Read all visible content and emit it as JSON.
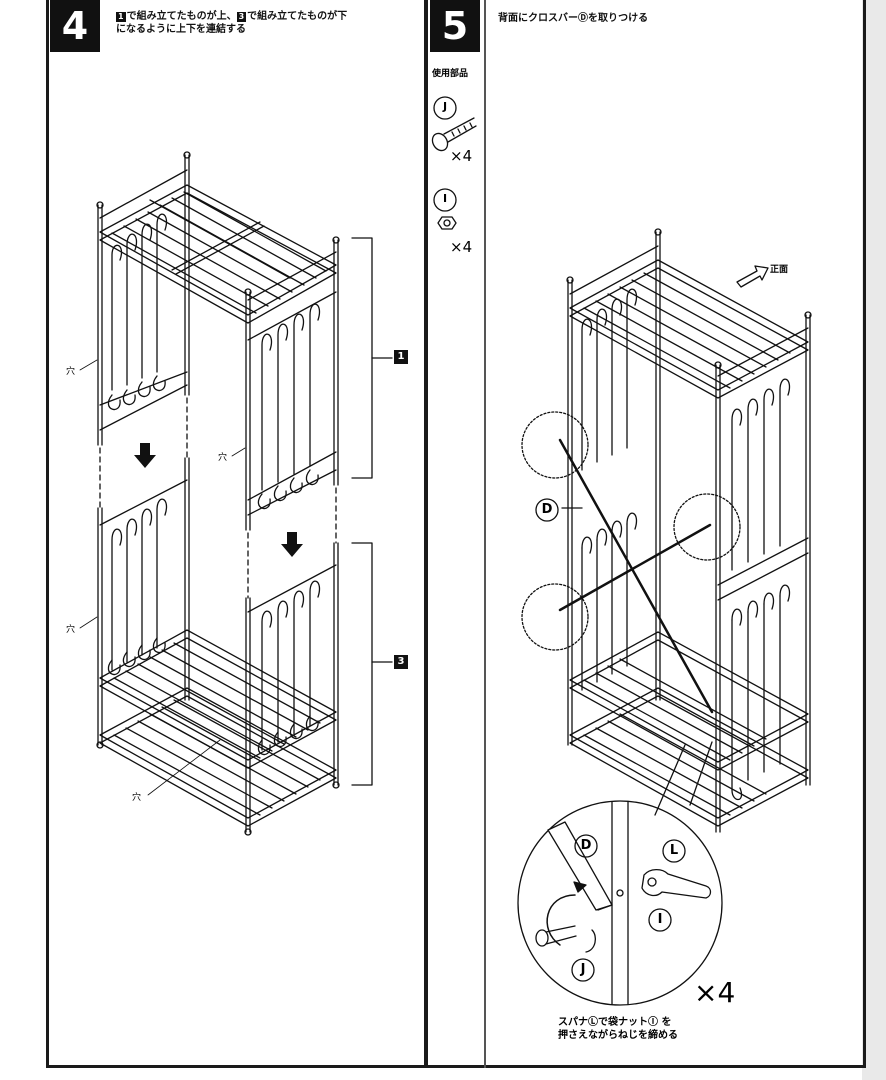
{
  "step4": {
    "number": "4",
    "badge_top": "1",
    "badge_bottom": "3",
    "instruction_line1_a": "で組み立てたものが上、",
    "instruction_line1_b": "で組み立てたものが下",
    "instruction_line2": "になるように上下を連結する",
    "hole_label": "穴",
    "group_label_top": "1",
    "group_label_bottom": "3"
  },
  "step5": {
    "number": "5",
    "instruction": "背面にクロスバーⒹを取りつける",
    "parts_heading": "使用部品",
    "part_j_letter": "J",
    "part_j_qty": "×4",
    "part_i_letter": "I",
    "part_i_qty": "×4",
    "front_label": "正面",
    "crossbar_letter": "D",
    "detail_d": "D",
    "detail_l": "L",
    "detail_i": "I",
    "detail_j": "J",
    "detail_qty": "×4",
    "note_line1": "スパナⓁで袋ナットⒾ を",
    "note_line2": "押さえながらねじを締める"
  },
  "colors": {
    "ink": "#111111",
    "paper": "#ffffff",
    "frame": "#1a1a1a"
  },
  "icons": [
    "screw-icon",
    "cap-nut-icon",
    "wrench-icon",
    "arrow-down-icon",
    "rotation-arrow-icon"
  ]
}
